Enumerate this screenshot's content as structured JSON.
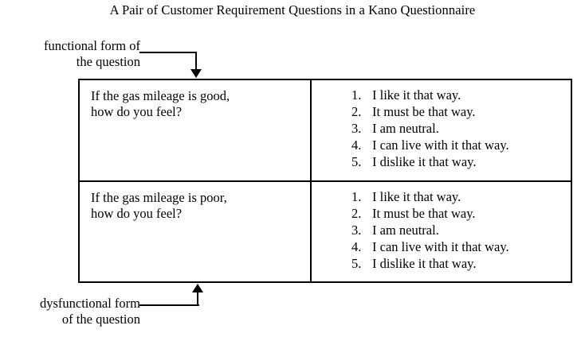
{
  "title": "A Pair of Customer Requirement Questions in a Kano Questionnaire",
  "callouts": {
    "functional": {
      "line1": "functional form of",
      "line2": "the question"
    },
    "dysfunctional": {
      "line1": "dysfunctional form",
      "line2": "of the question"
    }
  },
  "colors": {
    "ink": "#000000",
    "background": "#ffffff",
    "border": "#000000"
  },
  "table": {
    "rows": [
      {
        "question": {
          "line1": "If the gas mileage is good,",
          "line2": "how do you feel?"
        },
        "answers": [
          {
            "num": "1.",
            "text": "I like it that way."
          },
          {
            "num": "2.",
            "text": "It must be that way."
          },
          {
            "num": "3.",
            "text": "I am neutral."
          },
          {
            "num": "4.",
            "text": "I can live with it that way."
          },
          {
            "num": "5.",
            "text": "I dislike it that way."
          }
        ]
      },
      {
        "question": {
          "line1": "If the gas mileage is poor,",
          "line2": "how do you feel?"
        },
        "answers": [
          {
            "num": "1.",
            "text": "I like it that way."
          },
          {
            "num": "2.",
            "text": "It must be that way."
          },
          {
            "num": "3.",
            "text": "I am neutral."
          },
          {
            "num": "4.",
            "text": "I can live with it that way."
          },
          {
            "num": "5.",
            "text": "I dislike it that way."
          }
        ]
      }
    ]
  }
}
